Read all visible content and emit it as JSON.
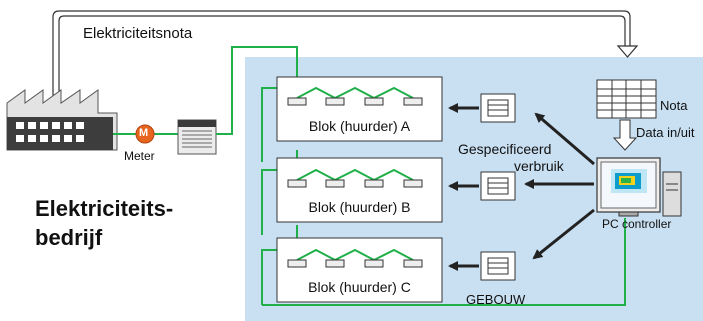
{
  "diagram": {
    "top_label": "Elektriciteitsnota",
    "utility_name_line1": "Elektriciteits-",
    "utility_name_line2": "bedrijf",
    "meter_symbol": "M",
    "meter_label": "Meter",
    "blocks": [
      {
        "label": "Blok (huurder) A"
      },
      {
        "label": "Blok (huurder) B"
      },
      {
        "label": "Blok (huurder) C"
      }
    ],
    "specified_usage_line1": "Gespecificeerd",
    "specified_usage_line2": "verbruik",
    "invoice_label": "Nota",
    "data_label": "Data in/uit",
    "pc_label": "PC controller",
    "building_label": "GEBOUW",
    "colors": {
      "building_bg": "#c9e0f3",
      "wiring": "#1fb04a",
      "meter": "#e8651f",
      "billing_line": "#333333"
    }
  }
}
